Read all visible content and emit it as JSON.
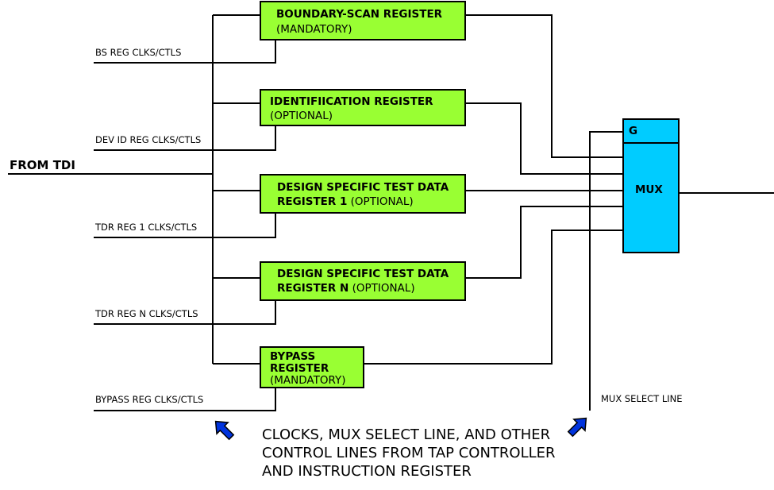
{
  "input_label": "FROM TDI",
  "registers": [
    {
      "line1": "BOUNDARY-SCAN REGISTER",
      "line1_suffix": "",
      "line2": "(MANDATORY)",
      "line3": "",
      "ctl_label": "BS REG CLKS/CTLS"
    },
    {
      "line1": "IDENTIFIICATION REGISTER",
      "line1_suffix": "",
      "line2": "(OPTIONAL)",
      "line3": "",
      "ctl_label": "DEV ID REG CLKS/CTLS"
    },
    {
      "line1": "DESIGN SPECIFIC TEST DATA",
      "line1_suffix": "",
      "line2": "REGISTER 1",
      "line2_suffix": " (OPTIONAL)",
      "ctl_label": "TDR REG 1 CLKS/CTLS"
    },
    {
      "line1": "DESIGN SPECIFIC TEST DATA",
      "line1_suffix": "",
      "line2": "REGISTER N",
      "line2_suffix": " (OPTIONAL)",
      "ctl_label": "TDR REG N CLKS/CTLS"
    },
    {
      "line1": "BYPASS",
      "line2": "REGISTER",
      "line3": "(MANDATORY)",
      "ctl_label": "BYPASS REG CLKS/CTLS"
    }
  ],
  "mux": {
    "label": "MUX",
    "gate_label": "G",
    "select_line_label": "MUX SELECT LINE"
  },
  "footnote": [
    "CLOCKS, MUX SELECT LINE, AND OTHER",
    "CONTROL LINES FROM TAP CONTROLLER",
    "AND INSTRUCTION REGISTER"
  ],
  "colors": {
    "register_fill": "#99ff33",
    "mux_fill": "#00ccff",
    "arrow_fill": "#0033dd"
  }
}
